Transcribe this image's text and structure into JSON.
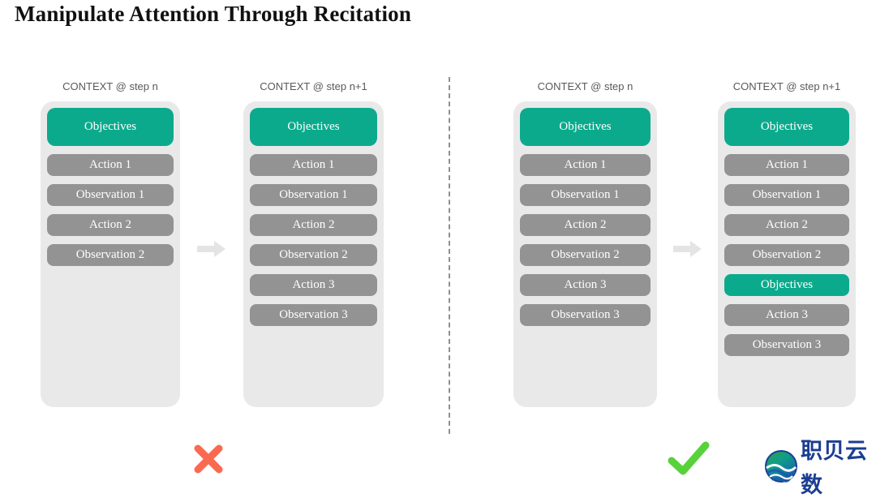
{
  "title": "Manipulate Attention Through Recitation",
  "panels": [
    {
      "header": "CONTEXT @ step n",
      "blocks": [
        {
          "label": "Objectives",
          "variant": "objectives"
        },
        {
          "label": "Action 1",
          "variant": "step"
        },
        {
          "label": "Observation 1",
          "variant": "step"
        },
        {
          "label": "Action 2",
          "variant": "step"
        },
        {
          "label": "Observation 2",
          "variant": "step"
        }
      ]
    },
    {
      "header": "CONTEXT @ step n+1",
      "blocks": [
        {
          "label": "Objectives",
          "variant": "objectives"
        },
        {
          "label": "Action 1",
          "variant": "step"
        },
        {
          "label": "Observation 1",
          "variant": "step"
        },
        {
          "label": "Action 2",
          "variant": "step"
        },
        {
          "label": "Observation 2",
          "variant": "step"
        },
        {
          "label": "Action 3",
          "variant": "step"
        },
        {
          "label": "Observation 3",
          "variant": "step"
        }
      ]
    },
    {
      "header": "CONTEXT @ step n",
      "blocks": [
        {
          "label": "Objectives",
          "variant": "objectives"
        },
        {
          "label": "Action 1",
          "variant": "step"
        },
        {
          "label": "Observation 1",
          "variant": "step"
        },
        {
          "label": "Action 2",
          "variant": "step"
        },
        {
          "label": "Observation 2",
          "variant": "step"
        },
        {
          "label": "Action 3",
          "variant": "step"
        },
        {
          "label": "Observation 3",
          "variant": "step"
        }
      ]
    },
    {
      "header": "CONTEXT @ step n+1",
      "blocks": [
        {
          "label": "Objectives",
          "variant": "objectives"
        },
        {
          "label": "Action 1",
          "variant": "step"
        },
        {
          "label": "Observation 1",
          "variant": "step"
        },
        {
          "label": "Action 2",
          "variant": "step"
        },
        {
          "label": "Observation 2",
          "variant": "step"
        },
        {
          "label": "Objectives",
          "variant": "objectives-recited"
        },
        {
          "label": "Action 3",
          "variant": "step"
        },
        {
          "label": "Observation 3",
          "variant": "step"
        }
      ]
    }
  ],
  "verdicts": {
    "left": "cross",
    "right": "check"
  },
  "logo": {
    "text": "职贝云数"
  },
  "colors": {
    "objective_green": "#0caa8d",
    "step_gray": "#939393",
    "panel_bg": "#e9e9e9",
    "header_gray": "#595959",
    "arrow_gray": "#e4e4e4",
    "cross_red": "#fa6a50",
    "check_green": "#58d23b",
    "logo_blue": "#1b3e92"
  }
}
